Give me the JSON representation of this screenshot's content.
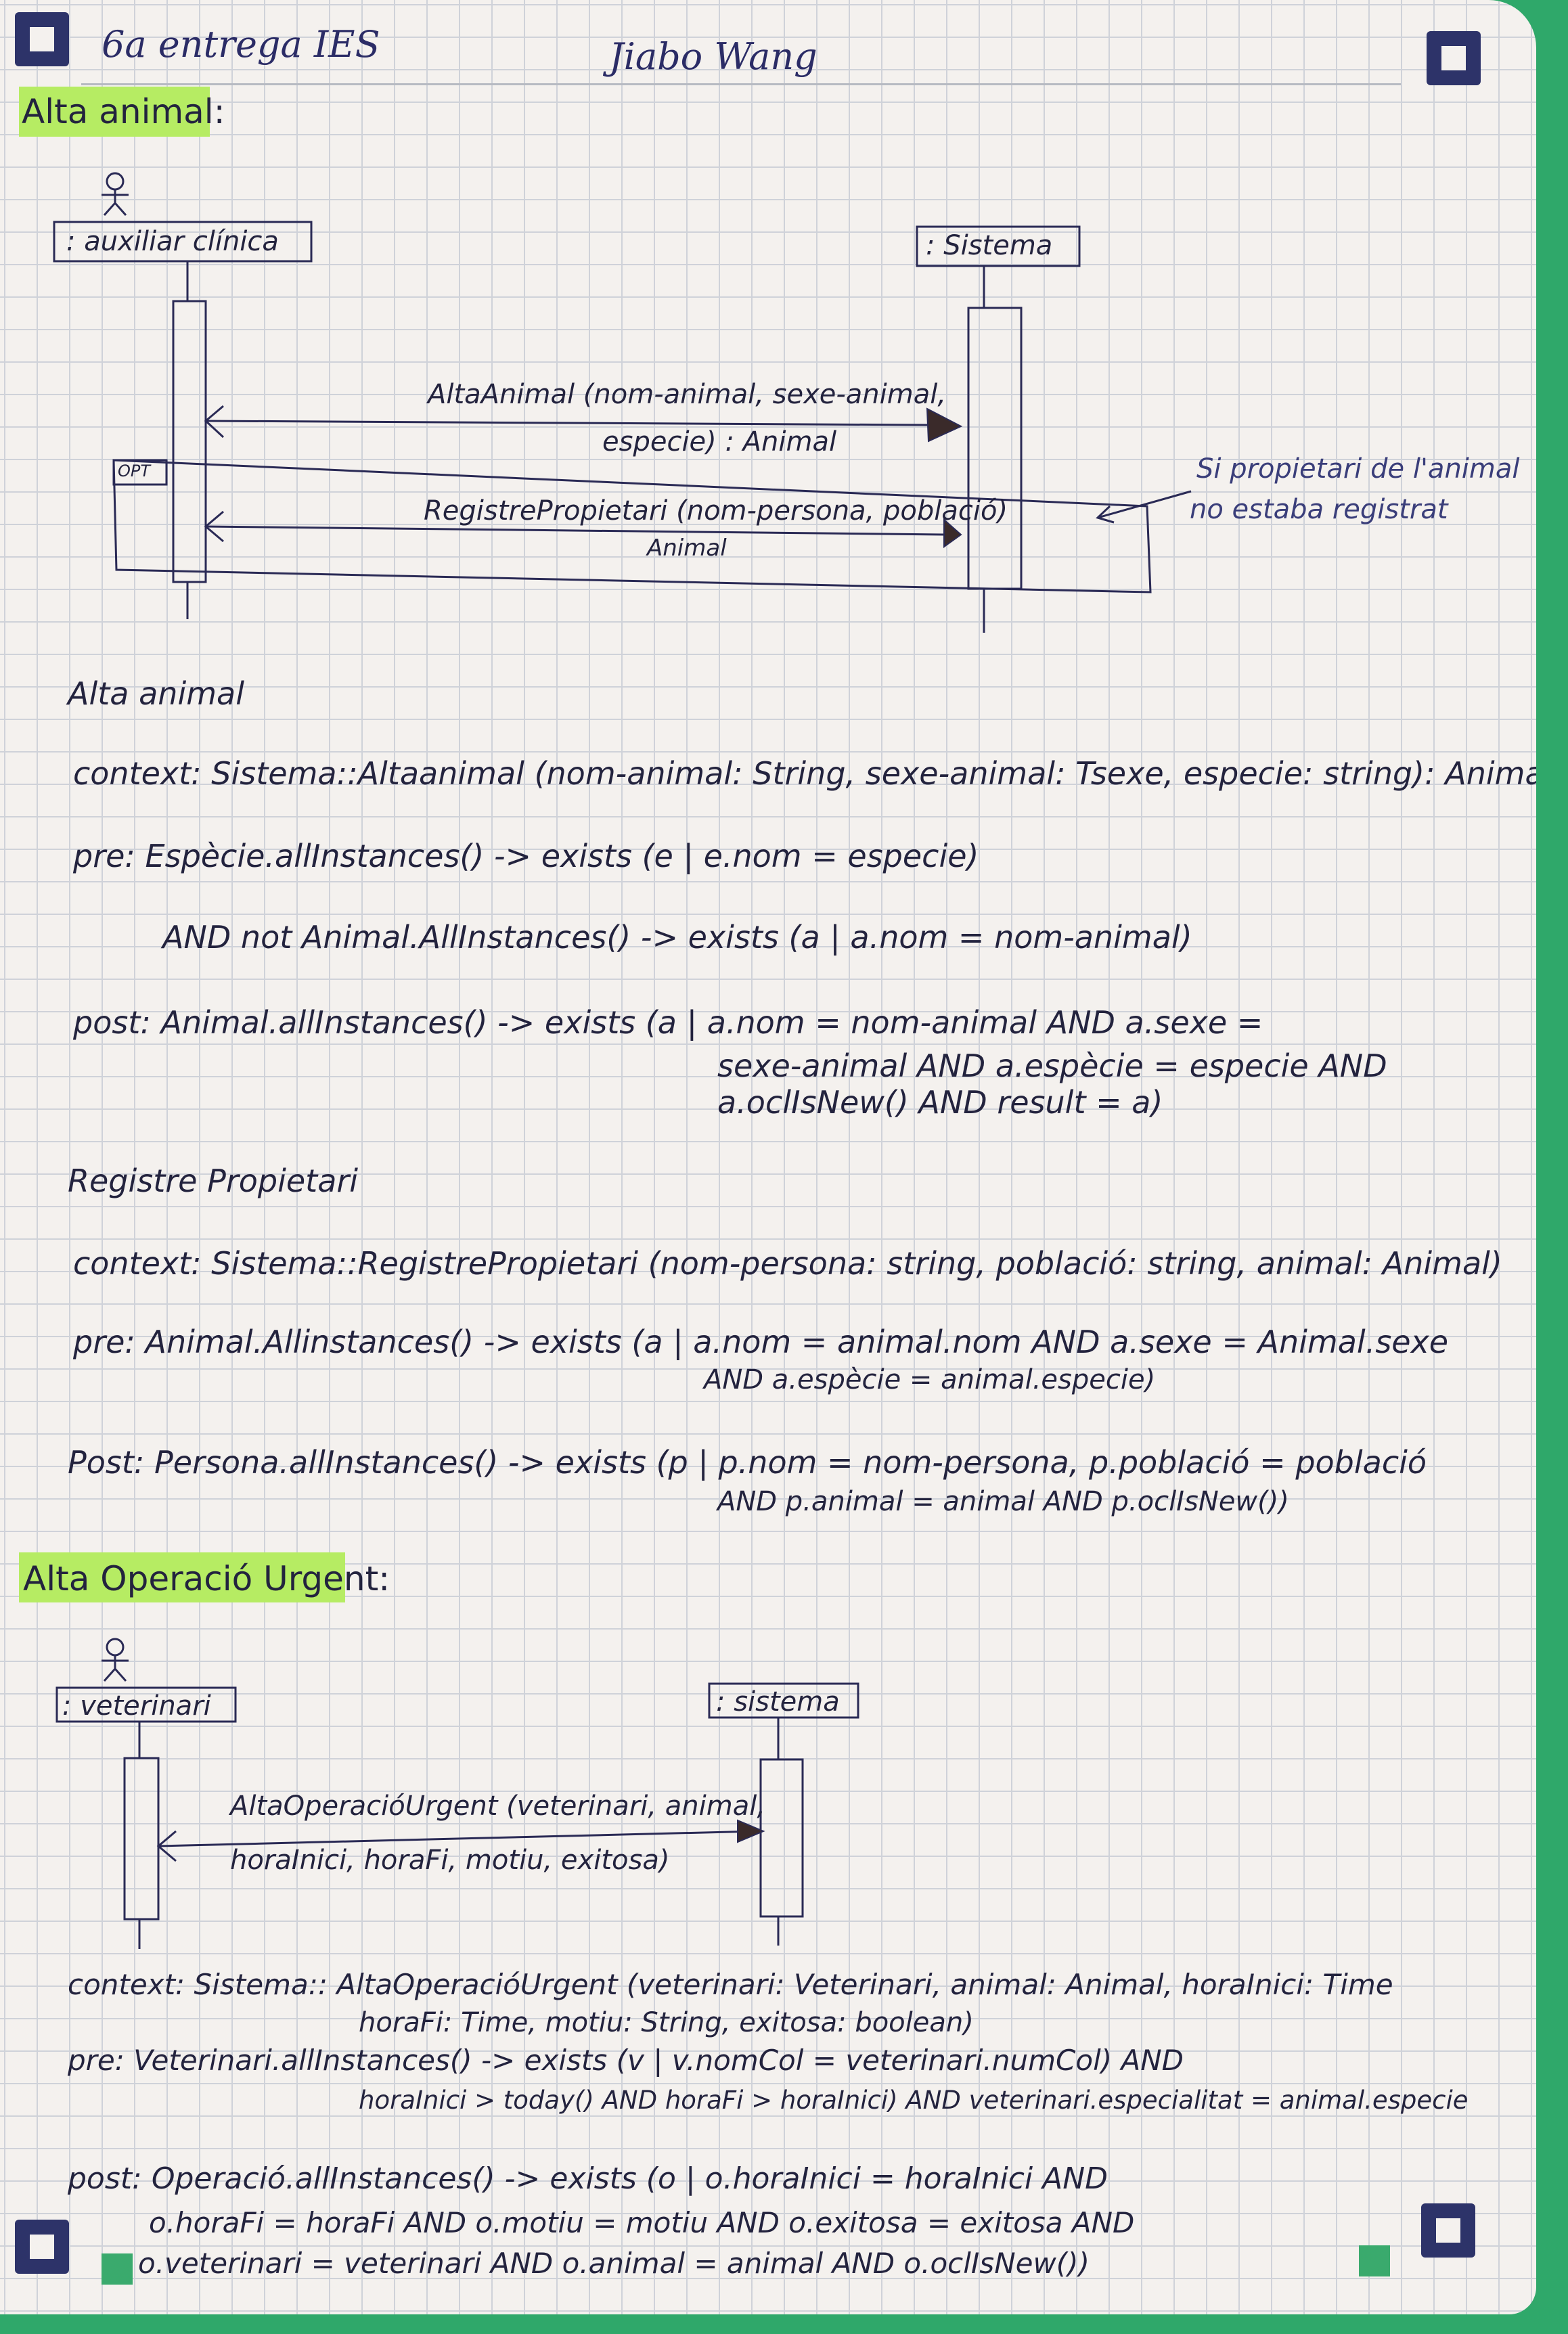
{
  "header": {
    "course": "6a entrega IES",
    "author": "Jiabo Wang"
  },
  "section1": {
    "title": "Alta animal:",
    "actor": ": auxiliar clínica",
    "system": ": Sistema",
    "msg1_line1": "AltaAnimal (nom-animal, sexe-animal,",
    "msg1_line2": "especie) : Animal",
    "opt": "OPT",
    "msg2": "RegistrePropietari (nom-persona, població)",
    "msg2_return": "Animal",
    "note_line1": "Si propietari de l'animal",
    "note_line2": "no estaba registrat"
  },
  "ocl1": {
    "title": "Alta animal",
    "context": "context: Sistema::Altaanimal (nom-animal: String, sexe-animal: Tsexe, especie: string): Animal",
    "pre1": "pre: Espècie.allInstances() -> exists (e | e.nom = especie)",
    "pre2": "AND not Animal.AllInstances() -> exists (a | a.nom = nom-animal)",
    "post1": "post: Animal.allInstances() -> exists (a | a.nom = nom-animal AND a.sexe =",
    "post2": "sexe-animal AND a.espècie = especie AND",
    "post3": "a.oclIsNew() AND result = a)"
  },
  "ocl2": {
    "title": "Registre Propietari",
    "context": "context: Sistema::RegistrePropietari (nom-persona: string, població: string, animal: Animal)",
    "pre1": "pre: Animal.Allinstances() -> exists (a | a.nom = animal.nom AND a.sexe = Animal.sexe",
    "pre2": "AND a.espècie = animal.especie)",
    "post1": "Post: Persona.allInstances() -> exists (p | p.nom = nom-persona, p.població = població",
    "post2": "AND p.animal = animal AND p.oclIsNew())"
  },
  "section2": {
    "title": "Alta Operació Urgent:",
    "actor": ": veterinari",
    "system": ": sistema",
    "msg1_line1": "AltaOperacióUrgent (veterinari, animal,",
    "msg1_line2": "horaInici, horaFi, motiu, exitosa)"
  },
  "ocl3": {
    "context1": "context: Sistema:: AltaOperacióUrgent (veterinari: Veterinari, animal: Animal, horaInici: Time",
    "context2": "horaFi: Time, motiu: String, exitosa: boolean)",
    "pre1": "pre: Veterinari.allInstances() -> exists (v | v.nomCol = veterinari.numCol) AND",
    "pre2": "horaInici > today() AND horaFi > horaInici) AND veterinari.especialitat = animal.especie",
    "post1": "post: Operació.allInstances() -> exists (o | o.horaInici = horaInici AND",
    "post2": "o.horaFi = horaFi AND o.motiu = motiu AND o.exitosa = exitosa AND",
    "post3": "o.veterinari = veterinari AND o.animal = animal AND o.oclIsNew())"
  }
}
